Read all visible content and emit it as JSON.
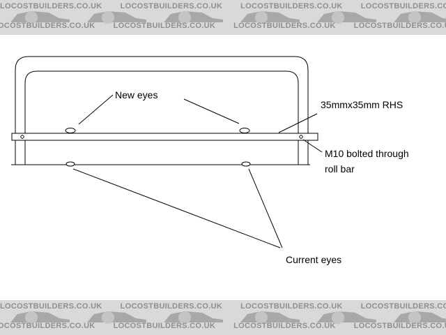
{
  "watermark": {
    "text": "LOCOSTBUILDERS.CO.UK"
  },
  "diagram": {
    "labels": {
      "new_eyes": "New eyes",
      "rhs": "35mmx35mm RHS",
      "bolt_line1": "M10 bolted through",
      "bolt_line2": "roll bar",
      "current_eyes": "Current eyes"
    },
    "colors": {
      "line": "#000000",
      "band": "#d9d9d9",
      "watermark": "#8f8f8f"
    }
  }
}
